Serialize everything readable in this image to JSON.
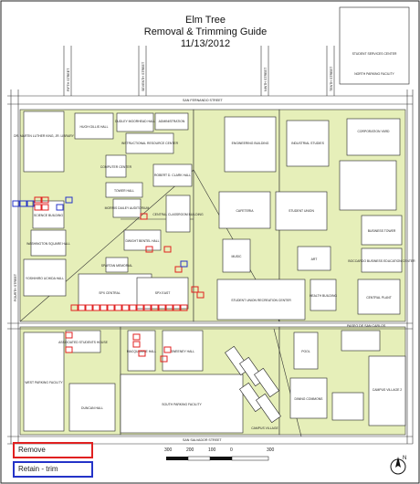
{
  "map": {
    "title_line1": "Elm Tree",
    "title_line2": "Removal & Trimming Guide",
    "title_date": "11/13/2012",
    "legend": {
      "remove_label": "Remove",
      "remove_color": "#e02020",
      "retain_label": "Retain - trim",
      "retain_color": "#2433c8"
    },
    "scale": {
      "labels": [
        "300",
        "200",
        "100",
        "0",
        "300"
      ]
    },
    "compass_label": "N",
    "colors": {
      "campus_fill": "#e6efb9",
      "building_fill": "#ffffff",
      "line": "#222222"
    },
    "streets": {
      "san_fernando": "SAN FERNANDO STREET",
      "san_salvador": "SAN SALVADOR STREET",
      "paseo_de_san_carlos": "PASEO DE SAN CARLOS",
      "fourth": "FOURTH STREET",
      "fifth": "FIFTH STREET",
      "seventh": "SEVENTH STREET",
      "ninth": "NINTH STREET",
      "tenth": "TENTH STREET"
    },
    "buildings": {
      "student_services": "STUDENT SERVICES CENTER",
      "north_parking": "NORTH PARKING FACILITY",
      "mlk_library": "DR. MARTIN LUTHER KING, JR. LIBRARY",
      "hugh_gillis": "HUGH GILLIS HALL",
      "dudley_moorhead": "DUDLEY MOORHEAD HALL",
      "administration": "ADMINISTRATION",
      "instructional_resource": "INSTRUCTIONAL RESOURCE CENTER",
      "engineering": "ENGINEERING BUILDING",
      "industrial_studies": "INDUSTRIAL STUDIES",
      "corporation_yard": "CORPORATION YARD",
      "computer_center": "COMPUTER CENTER",
      "robert_clark": "ROBERT D. CLARK HALL",
      "tower_hall": "TOWER HALL",
      "morris_dailey": "MORRIS DAILEY AUDITORIUM",
      "central_classroom": "CENTRAL CLASSROOM BUILDING",
      "science": "SCIENCE BUILDING",
      "washington_square": "WASHINGTON SQUARE HALL",
      "dwight_bentel": "DWIGHT BENTEL HALL",
      "cafeteria": "CAFETERIA",
      "student_union": "STUDENT UNION",
      "business_tower": "BUSINESS TOWER",
      "boccardo": "BOCCARDO BUSINESS EDUCATION CENTER",
      "music": "MUSIC",
      "art": "ART",
      "spartan_memorial": "SPARTAN MEMORIAL",
      "yoshihiro_uchida": "YOSHIHIRO UCHIDA HALL",
      "spx_central": "SPX CENTRAL",
      "spx_east": "SPX EAST",
      "health": "HEALTH BUILDING",
      "central_plant": "CENTRAL PLANT",
      "rec_center": "STUDENT UNION RECREATION CENTER",
      "associated_students": "ASSOCIATED STUDENTS HOUSE",
      "macquarrie": "MACQUARRIE HALL",
      "sweeney": "SWEENEY HALL",
      "west_parking": "WEST PARKING FACILITY",
      "duncan": "DUNCAN HALL",
      "south_parking": "SOUTH PARKING FACILITY",
      "pool": "POOL",
      "dining_commons": "DINING COMMONS",
      "campus_village": "CAMPUS VILLAGE",
      "campus_village_2": "CAMPUS VILLAGE 2"
    }
  }
}
